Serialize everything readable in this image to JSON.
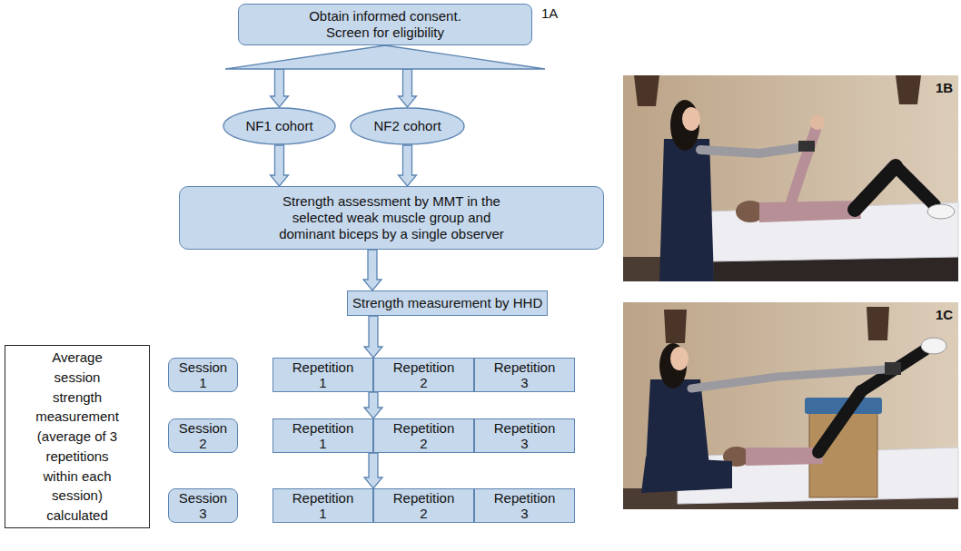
{
  "diagram": {
    "nodes": [
      {
        "text": [
          "Obtain informed consent. Screen for eligibility"
        ]
      },
      {
        "text": [
          "NF1 cohort"
        ]
      },
      {
        "text": [
          "NF2 cohort"
        ]
      },
      {
        "text": [
          "Strength assessment by MMT in the selected weak muscle group and dominant biceps by a single observer"
        ]
      },
      {
        "text": [
          "Strength measurement by HHD"
        ]
      },
      {
        "text": [
          "Average session strength measurement (average of 3 repetitions within each session) calculated"
        ]
      },
      {
        "text": [
          "Session 1"
        ]
      },
      {
        "text": [
          "Repetition 1"
        ]
      },
      {
        "text": [
          "Repetition 2"
        ]
      },
      {
        "text": [
          "Repetition 3"
        ]
      },
      {
        "text": [
          "Session 2"
        ]
      },
      {
        "text": [
          "Repetition 1"
        ]
      },
      {
        "text": [
          "Repetition 2"
        ]
      },
      {
        "text": [
          "Repetition 3"
        ]
      },
      {
        "text": [
          "Session 3"
        ]
      },
      {
        "text": [
          "Repetition 1"
        ]
      },
      {
        "text": [
          "Repetition 2"
        ]
      },
      {
        "text": [
          "Repetition 3"
        ]
      }
    ],
    "edges": [
      {
        "from": 0,
        "to": 1,
        "arrow": "to"
      },
      {
        "from": 0,
        "to": 2,
        "arrow": "to"
      },
      {
        "from": 1,
        "to": 3,
        "arrow": "to"
      },
      {
        "from": 2,
        "to": 3,
        "arrow": "to"
      },
      {
        "from": 3,
        "to": 4,
        "arrow": "to"
      },
      {
        "from": 4,
        "to": 8,
        "arrow": "to"
      },
      {
        "from": 8,
        "to": 12,
        "arrow": "to"
      },
      {
        "from": 12,
        "to": 16,
        "arrow": "to"
      }
    ],
    "labels": [
      "1A",
      "1B",
      "1C"
    ]
  }
}
